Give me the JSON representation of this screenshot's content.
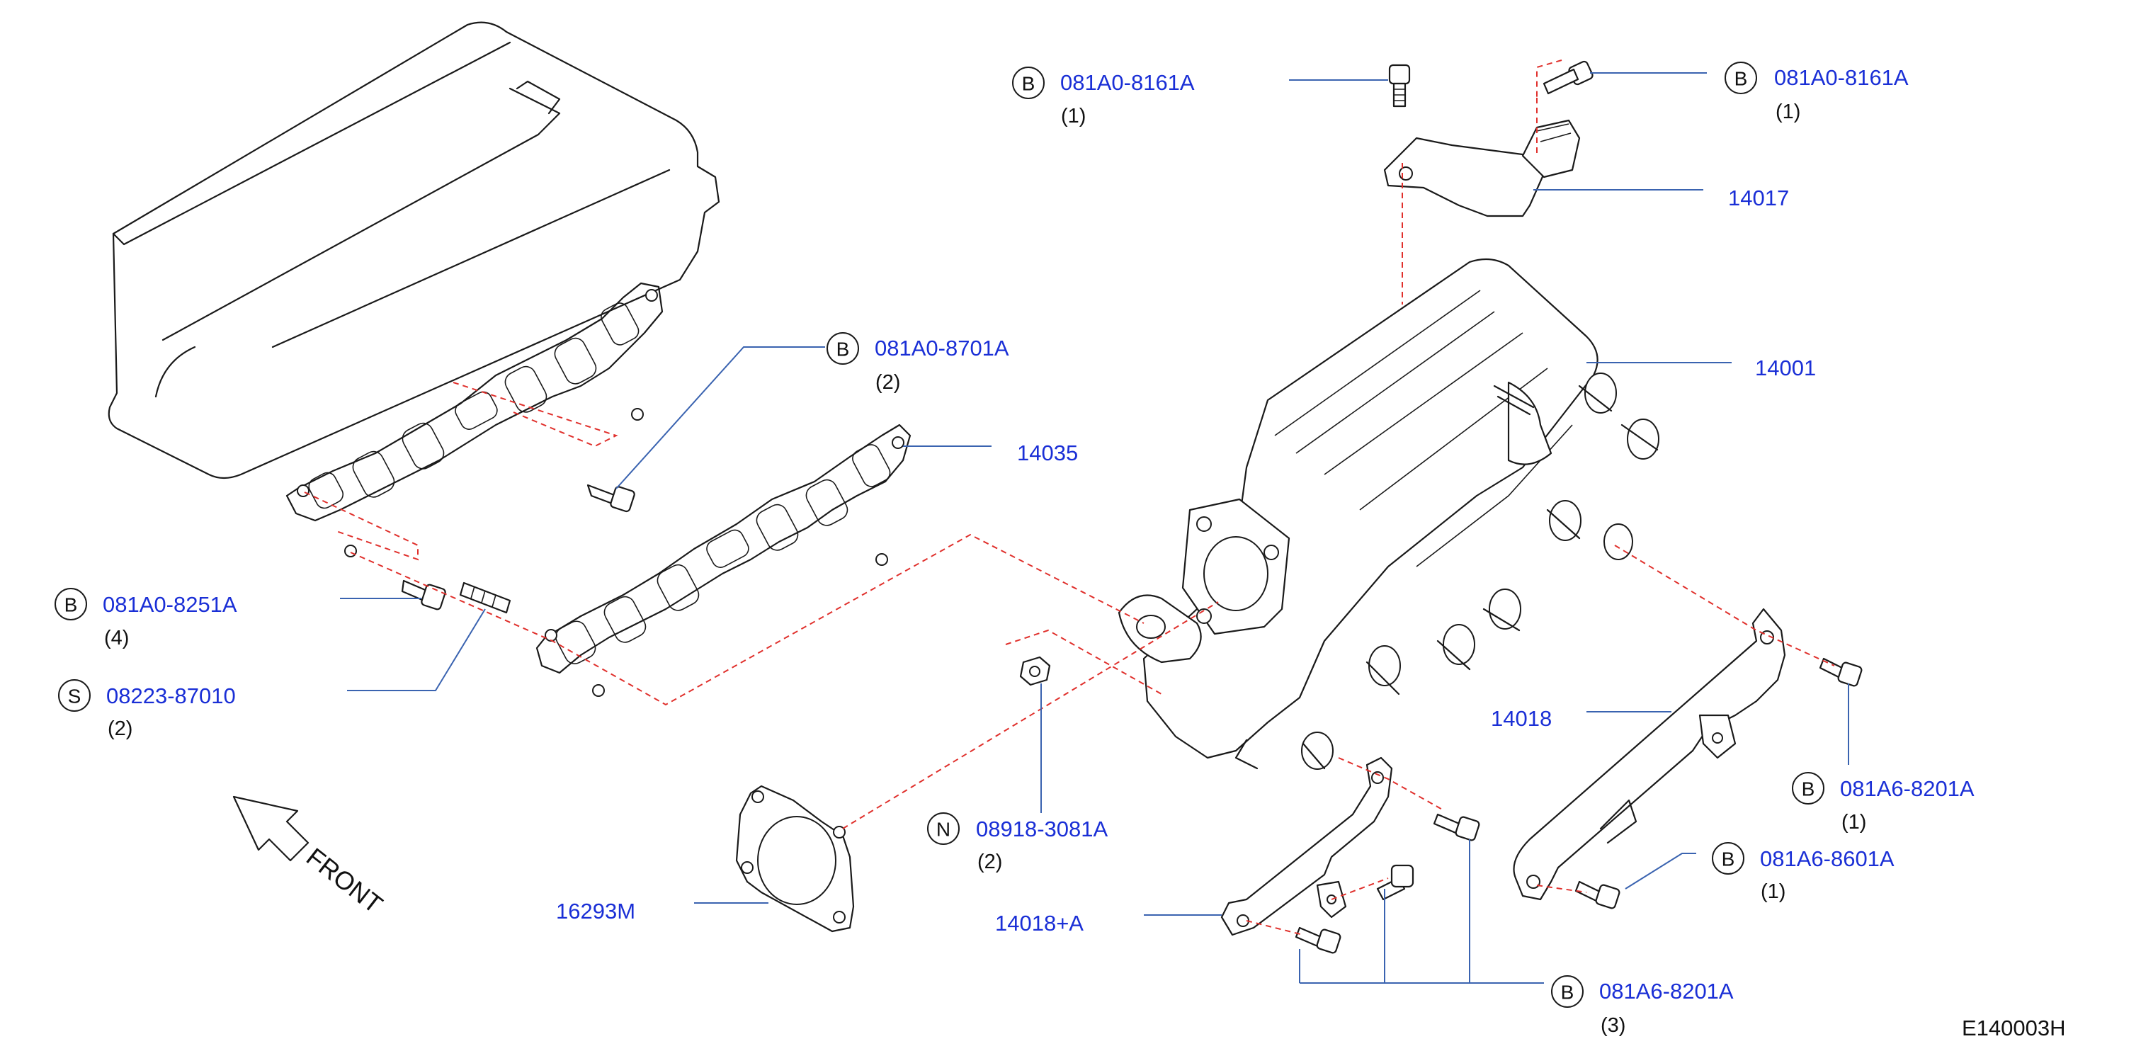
{
  "diagram_code": "E140003H",
  "front_label": "FRONT",
  "callouts": [
    {
      "id": "b-8161-left",
      "letter": "B",
      "part": "081A0-8161A",
      "qty": "(1)"
    },
    {
      "id": "b-8161-right",
      "letter": "B",
      "part": "081A0-8161A",
      "qty": "(1)"
    },
    {
      "id": "p-14017",
      "part": "14017"
    },
    {
      "id": "p-14001",
      "part": "14001"
    },
    {
      "id": "b-8701",
      "letter": "B",
      "part": "081A0-8701A",
      "qty": "(2)"
    },
    {
      "id": "p-14035",
      "part": "14035"
    },
    {
      "id": "b-8251",
      "letter": "B",
      "part": "081A0-8251A",
      "qty": "(4)"
    },
    {
      "id": "s-87010",
      "letter": "S",
      "part": "08223-87010",
      "qty": "(2)"
    },
    {
      "id": "p-14018",
      "part": "14018"
    },
    {
      "id": "b-8201-right",
      "letter": "B",
      "part": "081A6-8201A",
      "qty": "(1)"
    },
    {
      "id": "b-8601",
      "letter": "B",
      "part": "081A6-8601A",
      "qty": "(1)"
    },
    {
      "id": "n-3081",
      "letter": "N",
      "part": "08918-3081A",
      "qty": "(2)"
    },
    {
      "id": "p-16293m",
      "part": "16293M"
    },
    {
      "id": "p-14018a",
      "part": "14018+A"
    },
    {
      "id": "b-8201-bottom",
      "letter": "B",
      "part": "081A6-8201A",
      "qty": "(3)"
    }
  ],
  "colors": {
    "part_number": "#1a2fd6",
    "leader": "#3a63b0",
    "dashed_guide": "#e0302c",
    "line_art": "#1a1a1a"
  }
}
